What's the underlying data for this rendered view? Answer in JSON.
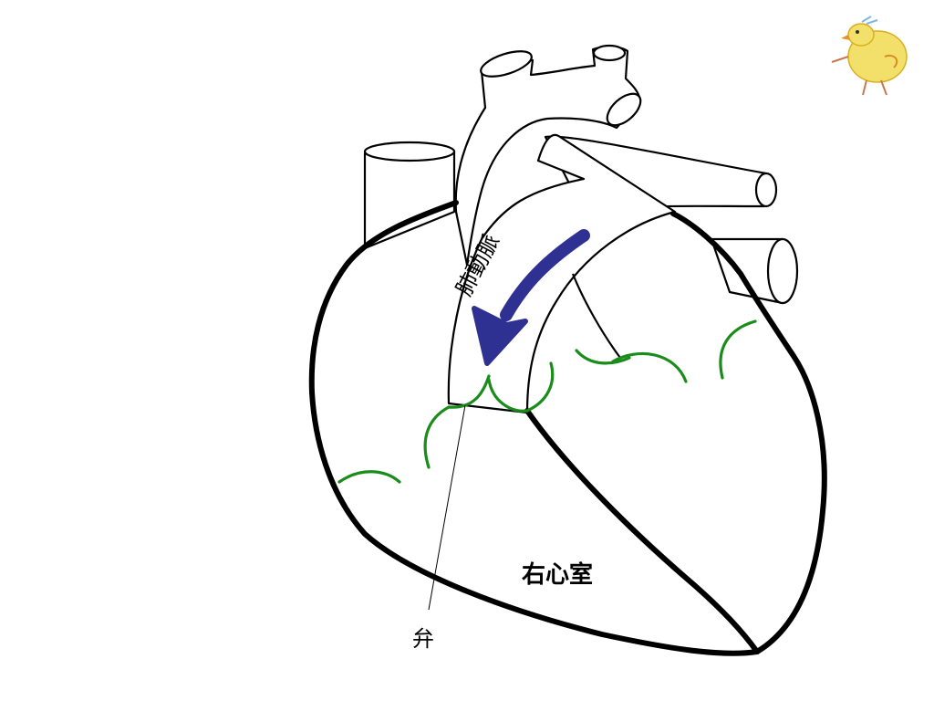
{
  "labels": {
    "pulmonary_artery": "肺動脈",
    "right_ventricle": "右心室",
    "valve": "弁"
  },
  "colors": {
    "outline": "#000000",
    "arrow": "#2e3192",
    "valve_curves": "#1a8c1a",
    "background": "#ffffff"
  },
  "icons": {
    "mascot": "chick-icon"
  }
}
